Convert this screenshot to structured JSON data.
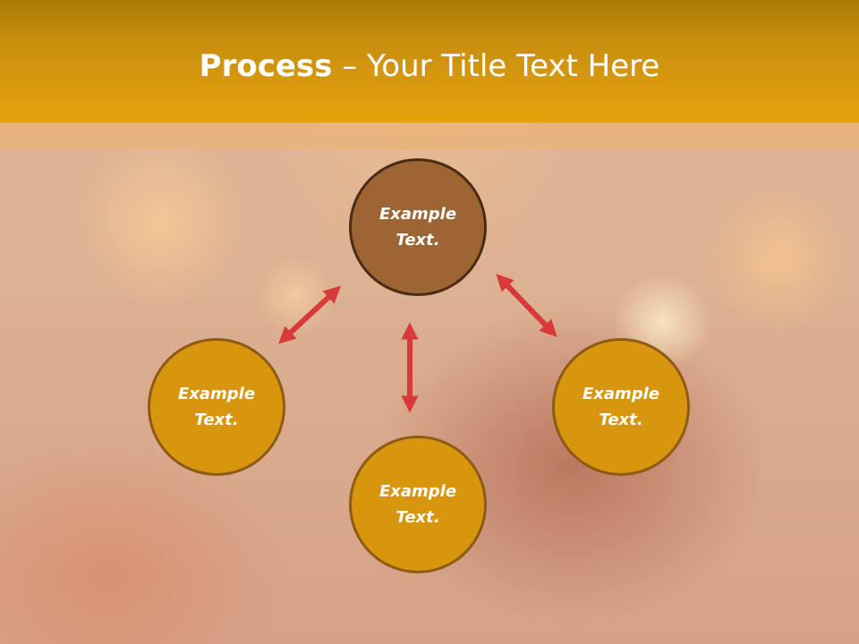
{
  "slide": {
    "title_bold": "Process",
    "title_dash": " – ",
    "title_rest": "Your Title Text Here"
  },
  "colors": {
    "header": "#e5a20f",
    "top_circle": "#9e6534",
    "side_circle": "#d8960f",
    "arrow": "#d83a3a"
  },
  "nodes": {
    "top": "Example Text.",
    "left": "Example Text.",
    "right": "Example Text.",
    "bottom": "Example Text."
  }
}
